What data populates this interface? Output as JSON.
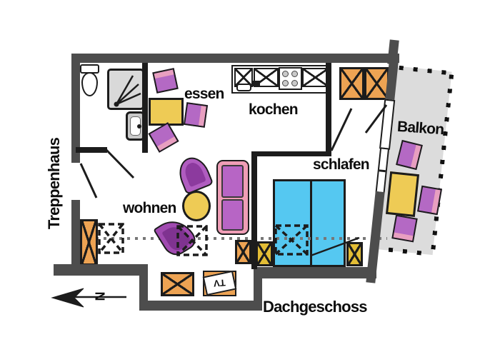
{
  "plan": {
    "floor_label": "Dachgeschoss",
    "stairwell_label": "Treppenhaus",
    "compass_label": "N",
    "tv_label": "TV",
    "rooms": {
      "dining": {
        "label": "essen"
      },
      "kitchen": {
        "label": "kochen"
      },
      "sleeping": {
        "label": "schlafen"
      },
      "living": {
        "label": "wohnen"
      },
      "balcony": {
        "label": "Balkon"
      }
    },
    "colors": {
      "wall_outer": "#4d4d4d",
      "wall_inner": "#1c1c1c",
      "furniture_purple": "#b469c4",
      "furniture_pink": "#e89fc0",
      "table_yellow": "#eecb55",
      "cabinet_orange": "#eda353",
      "nightstand_gold": "#e3bd35",
      "bed_blue": "#55c8f1",
      "balcony_gray": "#dcdcdc"
    }
  }
}
